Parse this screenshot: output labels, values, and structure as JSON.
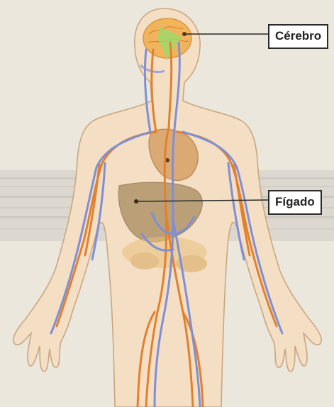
{
  "labels": {
    "brain": "Cérebro",
    "liver": "Fígado"
  },
  "colors": {
    "background": "#ece7dc",
    "skin": "#f4dfc4",
    "outline": "#c9a77f",
    "artery": "#e2802e",
    "vein": "#7f8fd6",
    "brain": "#f0b45c",
    "brain_highlight": "#9fd86a",
    "heart": "#d9a46c",
    "liver": "#a88a5e"
  },
  "icons": {
    "brain": "brain-organ",
    "heart": "heart-organ",
    "liver": "liver-organ"
  }
}
